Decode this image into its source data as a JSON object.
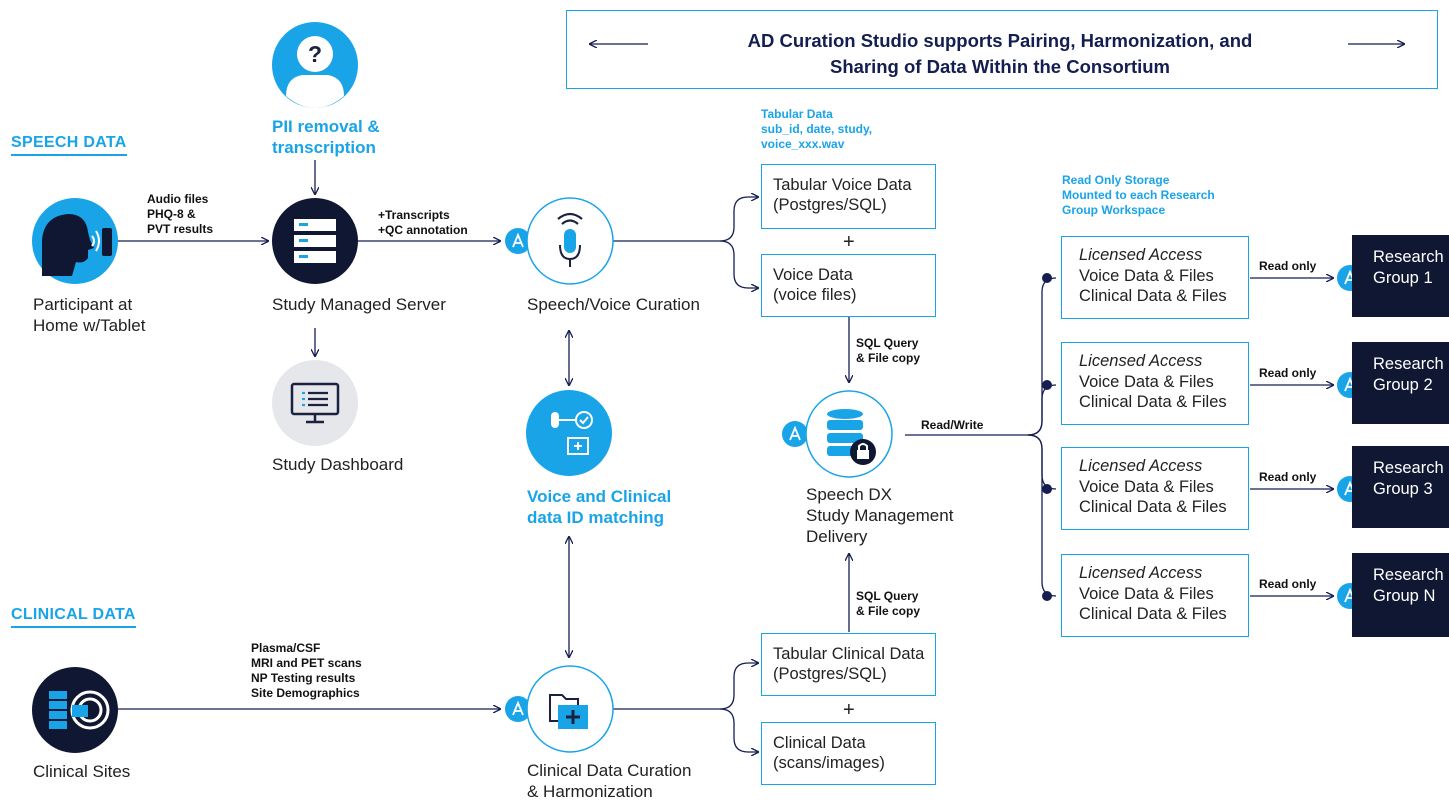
{
  "banner": {
    "line1": "AD Curation Studio supports Pairing, Harmonization, and",
    "line2": "Sharing of  Data Within the Consortium"
  },
  "sections": {
    "speech": "SPEECH DATA",
    "clinical": "CLINICAL DATA"
  },
  "nodes": {
    "participant": {
      "line1": "Participant at",
      "line2": "Home w/Tablet"
    },
    "server": "Study Managed Server",
    "pii": {
      "line1": "PII removal &",
      "line2": "transcription"
    },
    "dashboard": "Study Dashboard",
    "speech_curation": "Speech/Voice Curation",
    "id_matching": {
      "line1": "Voice and Clinical",
      "line2": "data ID matching"
    },
    "clinical_sites": "Clinical Sites",
    "clinical_curation": {
      "line1": "Clinical Data Curation",
      "line2": "& Harmonization"
    },
    "speechdx": {
      "line1": "Speech DX",
      "line2": "Study Management",
      "line3": "Delivery"
    }
  },
  "edge_labels": {
    "audio": {
      "line1": "Audio files",
      "line2": "PHQ-8 &",
      "line3": "PVT results"
    },
    "transcripts": {
      "line1": "+Transcripts",
      "line2": "+QC annotation"
    },
    "sql_top": {
      "line1": "SQL Query",
      "line2": "& File copy"
    },
    "sql_bottom": {
      "line1": "SQL Query",
      "line2": "& File copy"
    },
    "readwrite": "Read/Write",
    "clinical_inputs": {
      "line1": "Plasma/CSF",
      "line2": "MRI and PET scans",
      "line3": "NP Testing results",
      "line4": "Site Demographics"
    },
    "tabular_note": {
      "line1": "Tabular Data",
      "line2": "sub_id, date, study,",
      "line3": "voice_xxx.wav"
    },
    "storage_note": {
      "line1": "Read Only Storage",
      "line2": "Mounted to each Research",
      "line3": "Group Workspace"
    },
    "read_only": "Read only"
  },
  "boxes": {
    "tabular_voice": "Tabular Voice Data\n(Postgres/SQL)",
    "voice_data": "Voice Data\n(voice files)",
    "tabular_clinical": "Tabular Clinical Data\n(Postgres/SQL)",
    "clinical_data": "Clinical Data\n(scans/images)",
    "plus": "+"
  },
  "access": [
    {
      "title": "Licensed Access",
      "line1": "Voice Data & Files",
      "line2": "Clinical Data & Files",
      "read": "Read only",
      "group": "Research",
      "group_id": "Group 1"
    },
    {
      "title": "Licensed Access",
      "line1": "Voice Data & Files",
      "line2": "Clinical Data & Files",
      "read": "Read only",
      "group": "Research",
      "group_id": "Group 2"
    },
    {
      "title": "Licensed Access",
      "line1": "Voice Data & Files",
      "line2": "Clinical Data & Files",
      "read": "Read only",
      "group": "Research",
      "group_id": "Group 3"
    },
    {
      "title": "Licensed Access",
      "line1": "Voice Data & Files",
      "line2": "Clinical Data & Files",
      "read": "Read only",
      "group": "Research",
      "group_id": "Group N"
    }
  ],
  "colors": {
    "accent": "#1aa4e8",
    "navy": "#141e50",
    "dark": "#0f1733",
    "grey": "#e6e7ea"
  },
  "icons": [
    "question-person-icon",
    "speaking-person-icon",
    "server-rack-icon",
    "monitor-list-icon",
    "microphone-wireless-icon",
    "mic-check-folder-icon",
    "spine-scanner-icon",
    "medical-folder-icon",
    "database-lock-icon",
    "curation-logo-icon"
  ]
}
